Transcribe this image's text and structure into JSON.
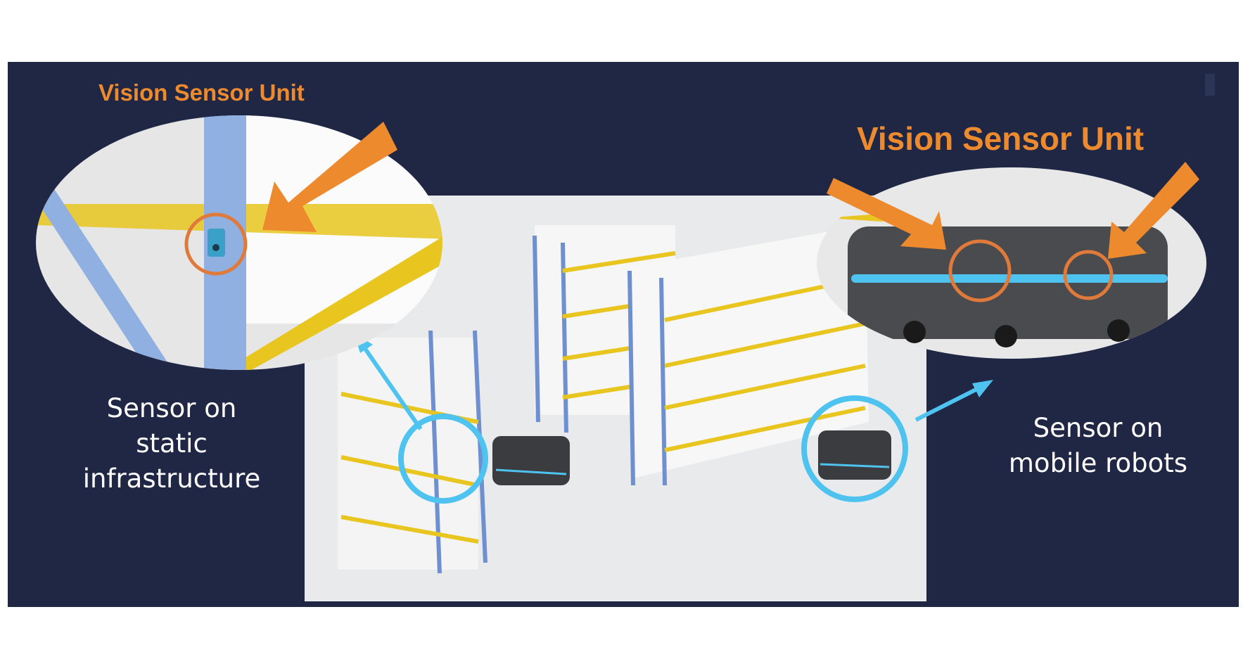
{
  "left_callout": {
    "title": "Vision Sensor Unit",
    "caption_lines": [
      "Sensor on",
      "static",
      "infrastructure"
    ]
  },
  "right_callout": {
    "title": "Vision Sensor Unit",
    "caption_lines": [
      "Sensor on",
      "mobile robots"
    ]
  },
  "colors": {
    "background": "#1f2745",
    "accent_orange": "#ee8a2e",
    "highlight_cyan": "#4fc3ef",
    "rack_blue": "#7d9fd6",
    "shelf_yellow": "#e8c51f"
  }
}
